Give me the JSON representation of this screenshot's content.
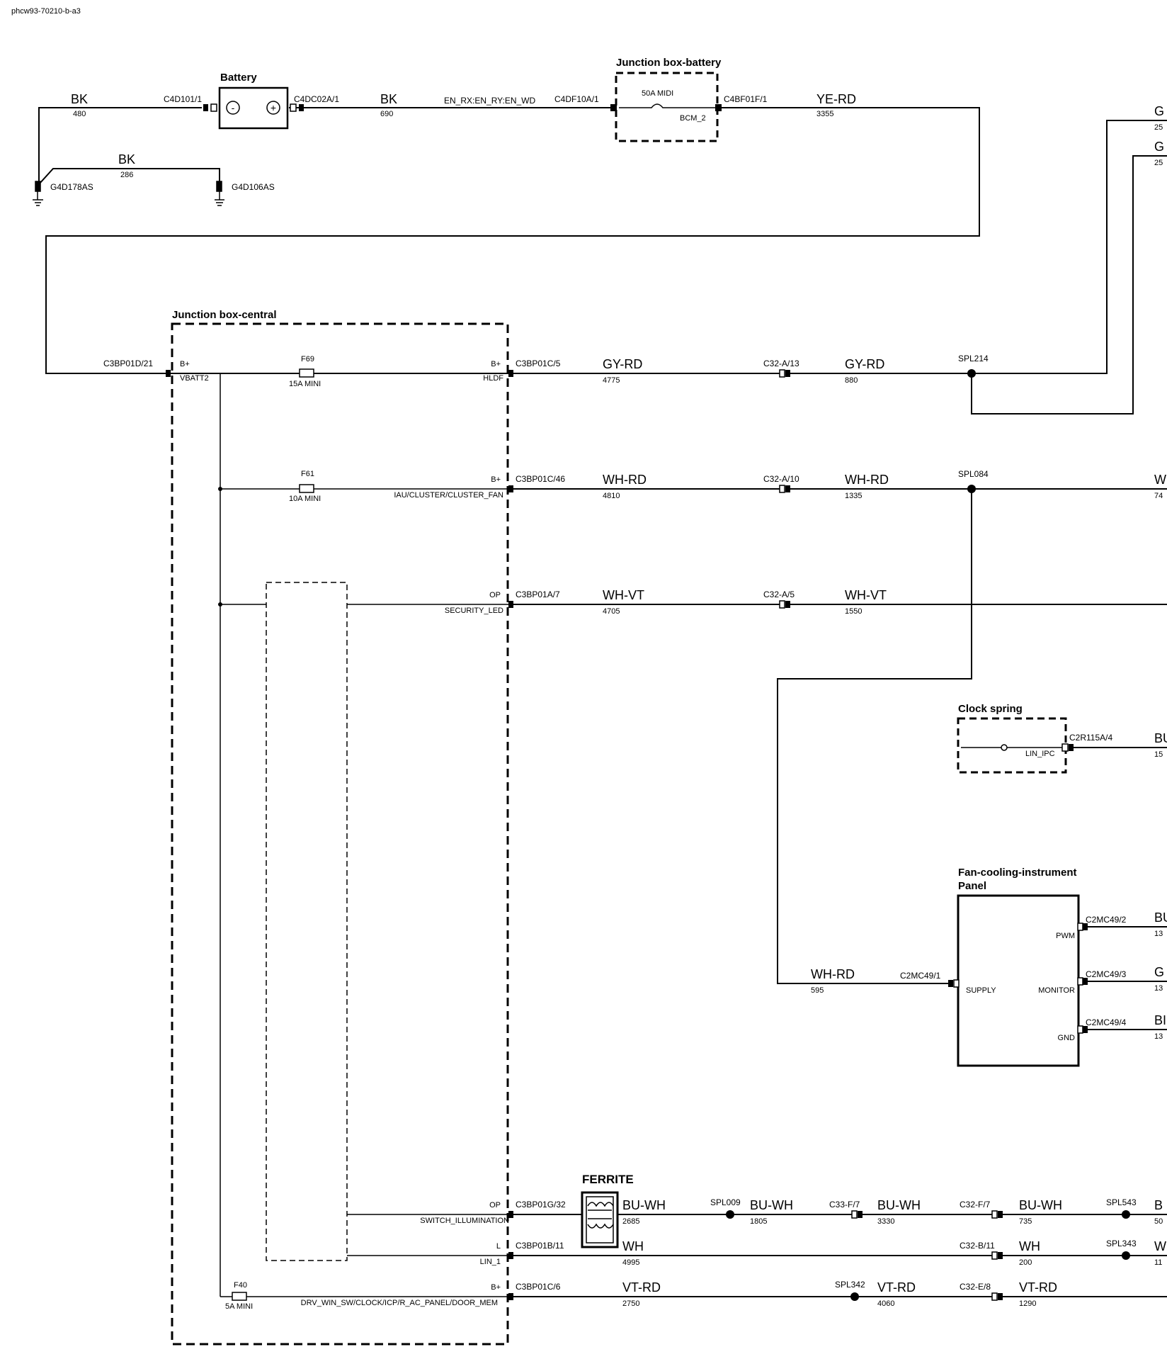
{
  "doc_id": "phcw93-70210-b-a3",
  "components": {
    "battery": {
      "title": "Battery",
      "neg_symbol": "-",
      "pos_symbol": "+"
    },
    "jb_battery": {
      "title": "Junction box-battery",
      "fuse": "50A MIDI",
      "pin": "BCM_2"
    },
    "jb_central": {
      "title": "Junction box-central",
      "in_pin": "B+",
      "in_pin_name": "VBATT2",
      "f69": {
        "name": "F69",
        "rating": "15A MINI",
        "pin": "B+",
        "pin_name": "HLDF"
      },
      "f61": {
        "name": "F61",
        "rating": "10A MINI",
        "pin": "B+",
        "pin_name": "IAU/CLUSTER/CLUSTER_FAN"
      },
      "sec": {
        "pin": "OP",
        "pin_name": "SECURITY_LED"
      },
      "illum": {
        "pin": "OP",
        "pin_name": "SWITCH_ILLUMINATION"
      },
      "lin": {
        "pin": "L",
        "pin_name": "LIN_1"
      },
      "f40": {
        "name": "F40",
        "rating": "5A MINI",
        "pin": "B+",
        "pin_name": "DRV_WIN_SW/CLOCK/ICP/R_AC_PANEL/DOOR_MEM"
      }
    },
    "clock_spring": {
      "title": "Clock spring",
      "pin_name": "LIN_IPC"
    },
    "fan": {
      "title_line1": "Fan-cooling-instrument",
      "title_line2": "Panel",
      "pins": [
        "SUPPLY",
        "PWM",
        "MONITOR",
        "GND"
      ]
    },
    "ferrite": {
      "title": "FERRITE"
    }
  },
  "connectors": {
    "c4d101": "C4D101/1",
    "c4dc02a": "C4DC02A/1",
    "c4df10a": "C4DF10A/1",
    "c4bf01f": "C4BF01F/1",
    "c3bp01d": "C3BP01D/21",
    "c3bp01c5": "C3BP01C/5",
    "c32a13": "C32-A/13",
    "spl214": "SPL214",
    "c3bp01c46": "C3BP01C/46",
    "c32a10": "C32-A/10",
    "spl084": "SPL084",
    "c3bp01a7": "C3BP01A/7",
    "c32a5": "C32-A/5",
    "c2r115a": "C2R115A/4",
    "c2mc49_1": "C2MC49/1",
    "c2mc49_2": "C2MC49/2",
    "c2mc49_3": "C2MC49/3",
    "c2mc49_4": "C2MC49/4",
    "c3bp01g": "C3BP01G/32",
    "spl009": "SPL009",
    "c33f7": "C33-F/7",
    "c32f7": "C32-F/7",
    "spl543": "SPL543",
    "c3bp01b": "C3BP01B/11",
    "c32b11": "C32-B/11",
    "spl343": "SPL343",
    "c3bp01c6": "C3BP01C/6",
    "spl342": "SPL342",
    "c32e8": "C32-E/8",
    "g4d178": "G4D178AS",
    "g4d106": "G4D106AS"
  },
  "signal_labels": {
    "bat_to_jb": "EN_RX:EN_RY:EN_WD"
  },
  "wires": {
    "w480": {
      "color": "BK",
      "num": "480"
    },
    "w690": {
      "color": "BK",
      "num": "690"
    },
    "w286": {
      "color": "BK",
      "num": "286"
    },
    "w3355": {
      "color": "YE-RD",
      "num": "3355"
    },
    "w4775": {
      "color": "GY-RD",
      "num": "4775"
    },
    "w880": {
      "color": "GY-RD",
      "num": "880"
    },
    "w4810": {
      "color": "WH-RD",
      "num": "4810"
    },
    "w1335": {
      "color": "WH-RD",
      "num": "1335"
    },
    "w4705": {
      "color": "WH-VT",
      "num": "4705"
    },
    "w1550": {
      "color": "WH-VT",
      "num": "1550"
    },
    "w595": {
      "color": "WH-RD",
      "num": "595"
    },
    "w2685": {
      "color": "BU-WH",
      "num": "2685"
    },
    "w1805": {
      "color": "BU-WH",
      "num": "1805"
    },
    "w3330": {
      "color": "BU-WH",
      "num": "3330"
    },
    "w735": {
      "color": "BU-WH",
      "num": "735"
    },
    "w4995": {
      "color": "WH",
      "num": "4995"
    },
    "w200": {
      "color": "WH",
      "num": "200"
    },
    "w2750": {
      "color": "VT-RD",
      "num": "2750"
    },
    "w4060": {
      "color": "VT-RD",
      "num": "4060"
    },
    "w1290": {
      "color": "VT-RD",
      "num": "1290"
    }
  },
  "cut_labels": {
    "gy1": {
      "color": "G",
      "num": "25"
    },
    "gy2": {
      "color": "G",
      "num": "25"
    },
    "wh74": {
      "color": "W",
      "num": "74"
    },
    "bu15": {
      "color": "BU",
      "num": "15"
    },
    "pwm": {
      "color": "BU",
      "num": "13"
    },
    "mon": {
      "color": "G",
      "num": "13"
    },
    "gnd": {
      "color": "BI",
      "num": "13"
    },
    "sw": {
      "color": "B",
      "num": "50"
    },
    "lin": {
      "color": "W",
      "num": "11"
    }
  }
}
